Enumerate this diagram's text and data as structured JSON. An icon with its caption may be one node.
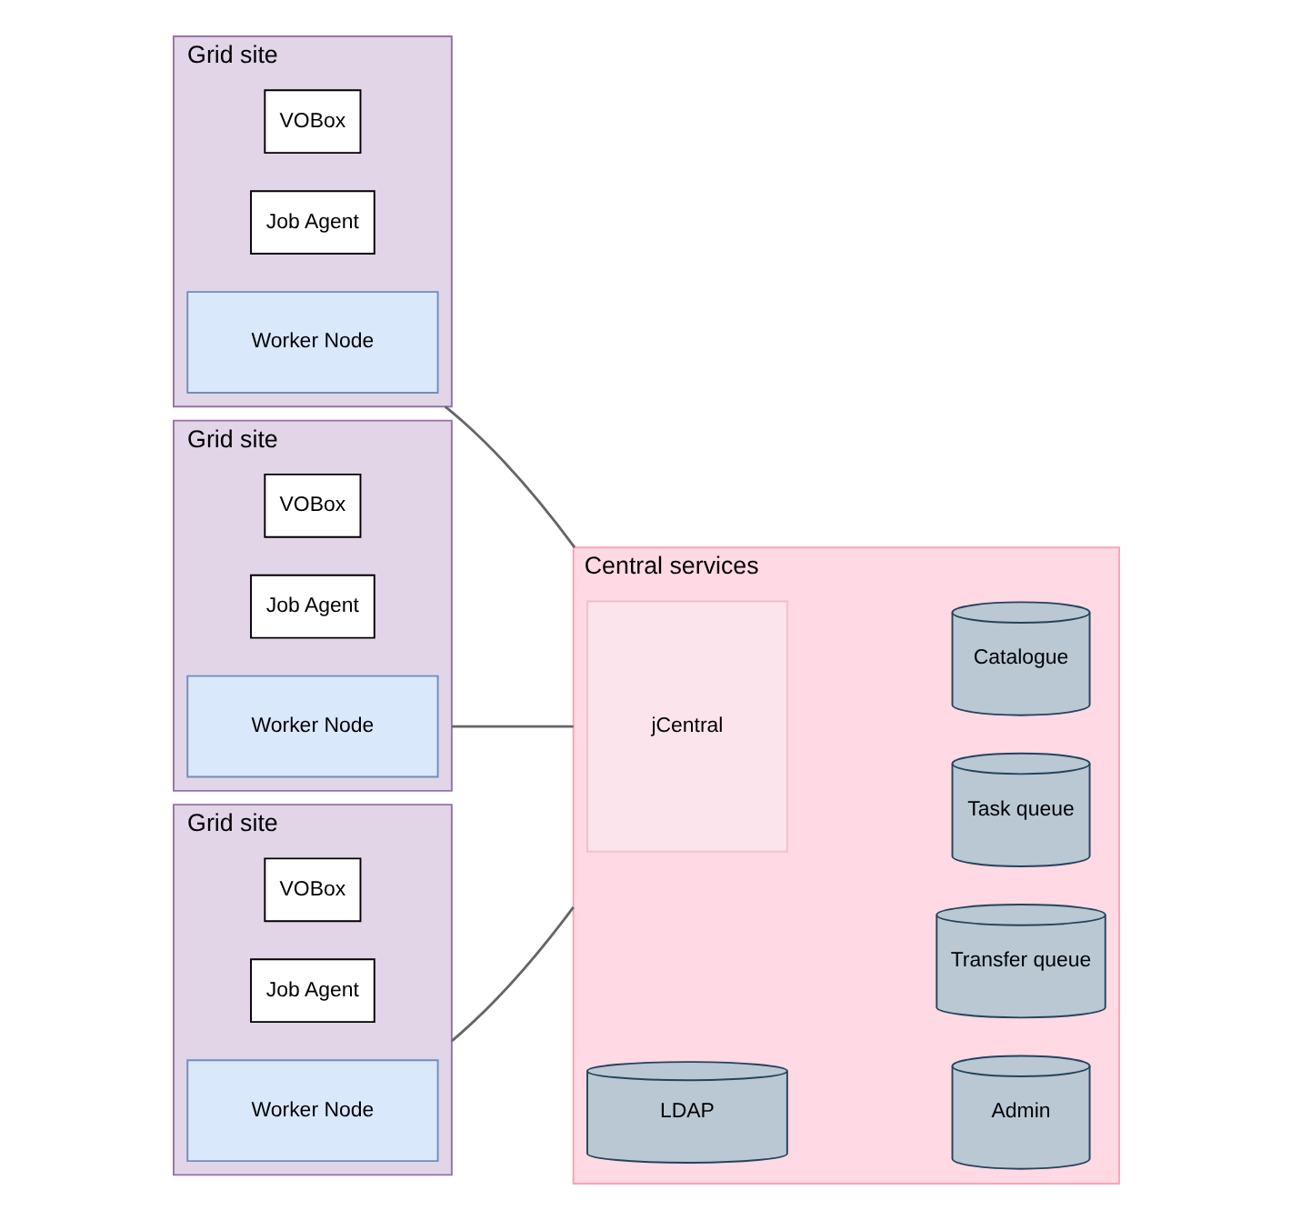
{
  "diagram": {
    "nodes": [
      {
        "text": [
          "Grid site"
        ]
      },
      {
        "text": [
          "Job Agent"
        ],
        "in": 0
      },
      {
        "text": [
          "VOBox"
        ],
        "in": 0
      },
      {
        "text": [
          "Worker Node"
        ],
        "in": 0
      },
      {
        "text": [
          "Grid site"
        ]
      },
      {
        "text": [
          "Job Agent"
        ],
        "in": 4
      },
      {
        "text": [
          "VOBox"
        ],
        "in": 4
      },
      {
        "text": [
          "Worker Node"
        ],
        "in": 4
      },
      {
        "text": [
          "Grid site"
        ]
      },
      {
        "text": [
          "Job Agent"
        ],
        "in": 8
      },
      {
        "text": [
          "VOBox"
        ],
        "in": 8
      },
      {
        "text": [
          "Worker Node"
        ],
        "in": 8
      },
      {
        "text": [
          "Central services"
        ]
      },
      {
        "text": [
          "jCentral"
        ],
        "in": 12
      },
      {
        "text": [
          "Catalogue"
        ],
        "in": 12
      },
      {
        "text": [
          "Task queue"
        ],
        "in": 12
      },
      {
        "text": [
          "Transfer queue"
        ],
        "in": 12
      },
      {
        "text": [
          "LDAP"
        ],
        "in": 12
      },
      {
        "text": [
          "Admin"
        ],
        "in": 12
      }
    ],
    "edges": [
      {
        "from": 0,
        "to": 12,
        "arrow": "none"
      },
      {
        "from": 4,
        "to": 12,
        "arrow": "none"
      },
      {
        "from": 8,
        "to": 12,
        "arrow": "none"
      }
    ]
  }
}
